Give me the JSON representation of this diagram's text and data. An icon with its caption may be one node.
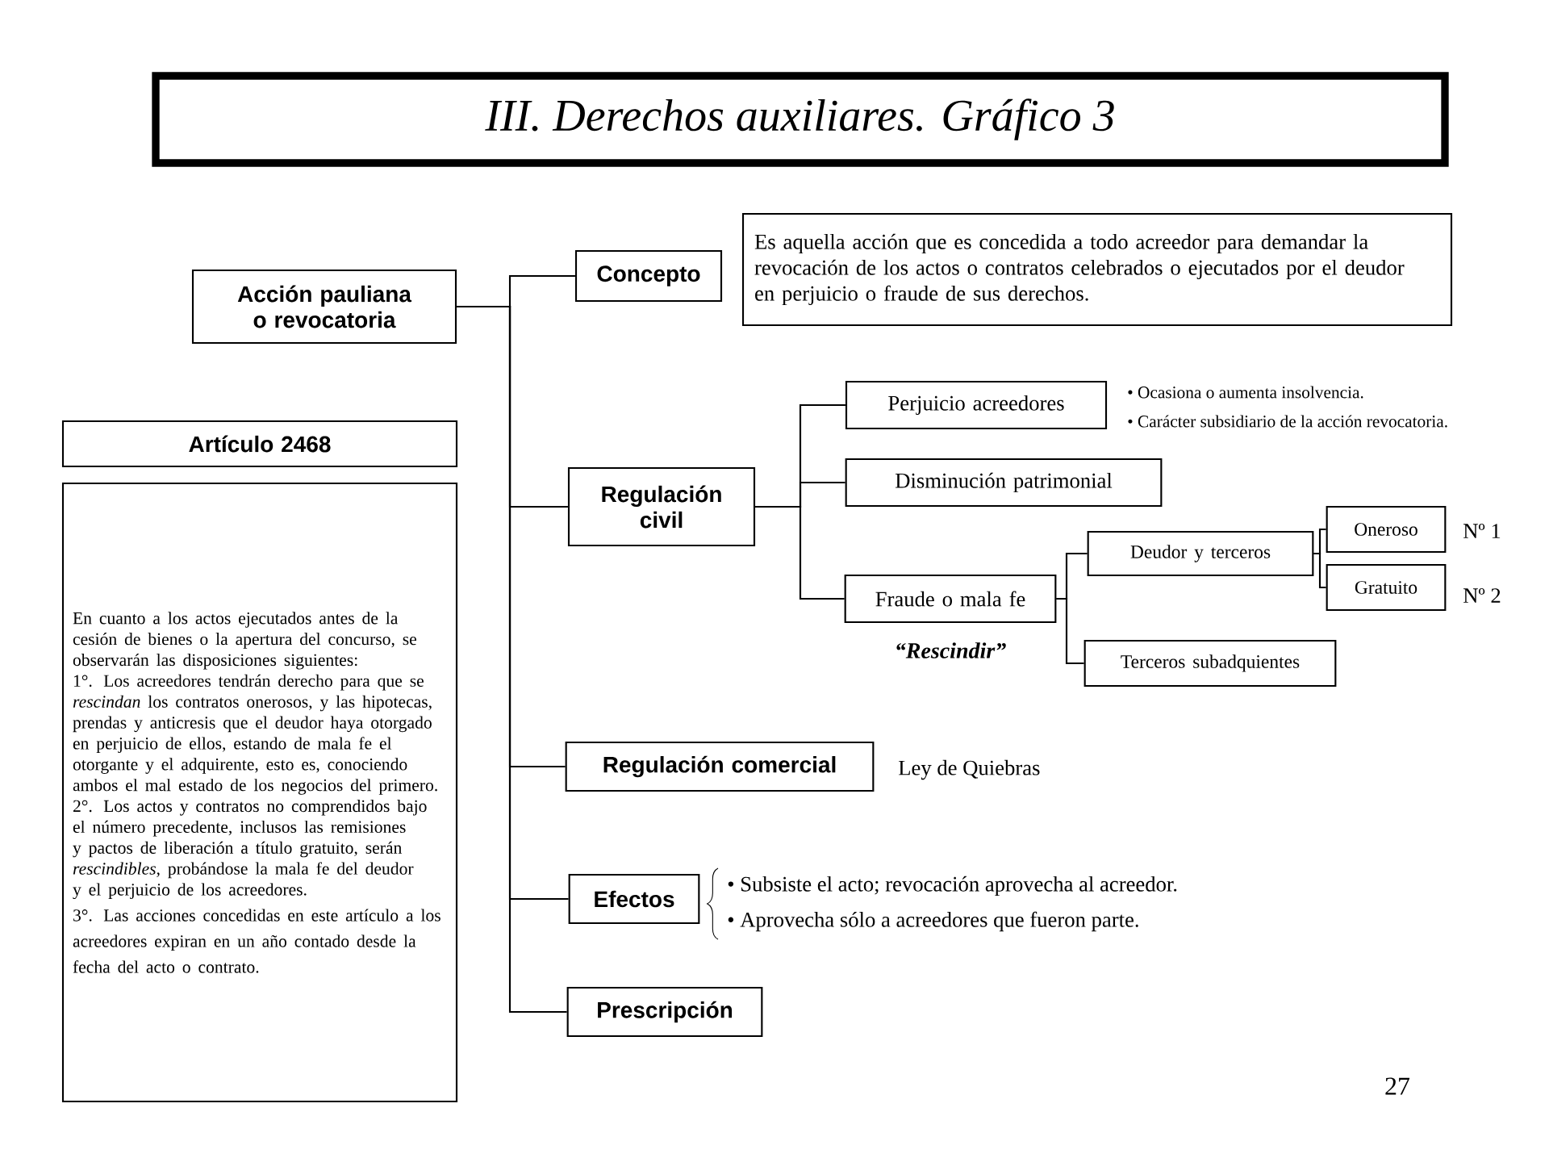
{
  "diagram": {
    "title": "III. Derechos auxiliares. Gráfico 3",
    "nodes": [
      {
        "text": [
          "Acción pauliana o revocatoria"
        ]
      },
      {
        "text": [
          "Artículo 2468"
        ]
      },
      {
        "text": [
          "En cuanto a los actos ejecutados antes de la cesión de bienes o la apertura del concurso, se observarán las disposiciones siguientes:",
          "1°. Los acreedores tendrán derecho para que se *rescindan* los contratos onerosos, y las hipotecas, prendas y anticresis que el deudor haya otorgado en perjuicio de ellos, estando de mala fe el otorgante y el adquirente, esto es, conociendo ambos el mal estado de los negocios del primero.",
          "2°. Los actos y contratos no comprendidos bajo el número precedente, inclusos las remisiones y pactos de liberación a título gratuito, serán *rescindibles*, probándose la mala fe del deudor y el perjuicio de los acreedores.",
          "3°. Las acciones concedidas en este artículo a los acreedores expiran en un año contado desde la fecha del acto o contrato."
        ]
      },
      {
        "text": [
          "Concepto"
        ]
      },
      {
        "text": [
          "Es aquella acción que es concedida a todo acreedor para demandar la revocación de los actos o contratos celebrados o ejecutados por el deudor en perjuicio o fraude de sus derechos."
        ]
      },
      {
        "text": [
          "Regulación civil"
        ]
      },
      {
        "text": [
          "Perjuicio acreedores"
        ],
        "beside": [
          "• Ocasiona o aumenta insolvencia.",
          "• Carácter subsidiario de la acción revocatoria."
        ]
      },
      {
        "text": [
          "Disminución patrimonial"
        ]
      },
      {
        "text": [
          "Fraude o mala fe"
        ],
        "beside": [
          "“Rescindir”"
        ]
      },
      {
        "text": [
          "Deudor y terceros"
        ]
      },
      {
        "text": [
          "Terceros subadquientes"
        ]
      },
      {
        "text": [
          "Oneroso"
        ],
        "beside": [
          "Nº 1"
        ]
      },
      {
        "text": [
          "Gratuito"
        ],
        "beside": [
          "Nº 2"
        ]
      },
      {
        "text": [
          "Regulación comercial"
        ],
        "beside": [
          "Ley de Quiebras"
        ]
      },
      {
        "text": [
          "Efectos"
        ],
        "beside": [
          "• Subsiste el acto; revocación aprovecha al acreedor.",
          "• Aprovecha sólo a acreedores que fueron parte."
        ]
      },
      {
        "text": [
          "Prescripción"
        ]
      }
    ],
    "edges": [
      {
        "from": 0,
        "to": 3,
        "arrow": "none"
      },
      {
        "from": 0,
        "to": 5,
        "arrow": "none"
      },
      {
        "from": 0,
        "to": 13,
        "arrow": "none"
      },
      {
        "from": 0,
        "to": 14,
        "arrow": "none"
      },
      {
        "from": 0,
        "to": 15,
        "arrow": "none"
      },
      {
        "from": 5,
        "to": 6,
        "arrow": "none"
      },
      {
        "from": 5,
        "to": 7,
        "arrow": "none"
      },
      {
        "from": 5,
        "to": 8,
        "arrow": "none"
      },
      {
        "from": 8,
        "to": 9,
        "arrow": "none"
      },
      {
        "from": 8,
        "to": 10,
        "arrow": "none"
      },
      {
        "from": 9,
        "to": 11,
        "arrow": "none"
      },
      {
        "from": 9,
        "to": 12,
        "arrow": "none"
      }
    ],
    "labels": [
      "27"
    ]
  }
}
